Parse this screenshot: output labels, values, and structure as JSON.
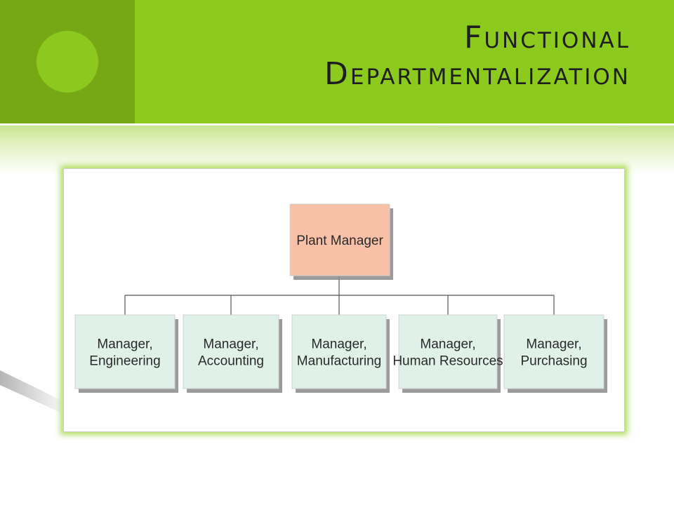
{
  "slide": {
    "title_line1": "Functional",
    "title_line2": "Departmentalization"
  },
  "colors": {
    "header_green": "#8ccb1d",
    "header_dark_green": "#76a815",
    "root_fill": "#f8c0a6",
    "child_fill": "#dff1e8",
    "connector": "#555555",
    "frame_glow": "#96d228"
  },
  "org_chart": {
    "root": {
      "lines": [
        "Plant Manager"
      ]
    },
    "children": [
      {
        "lines": [
          "Manager,",
          "Engineering"
        ]
      },
      {
        "lines": [
          "Manager,",
          "Accounting"
        ]
      },
      {
        "lines": [
          "Manager,",
          "Manufacturing"
        ]
      },
      {
        "lines": [
          "Manager,",
          "Human Resources"
        ]
      },
      {
        "lines": [
          "Manager,",
          "Purchasing"
        ]
      }
    ]
  }
}
